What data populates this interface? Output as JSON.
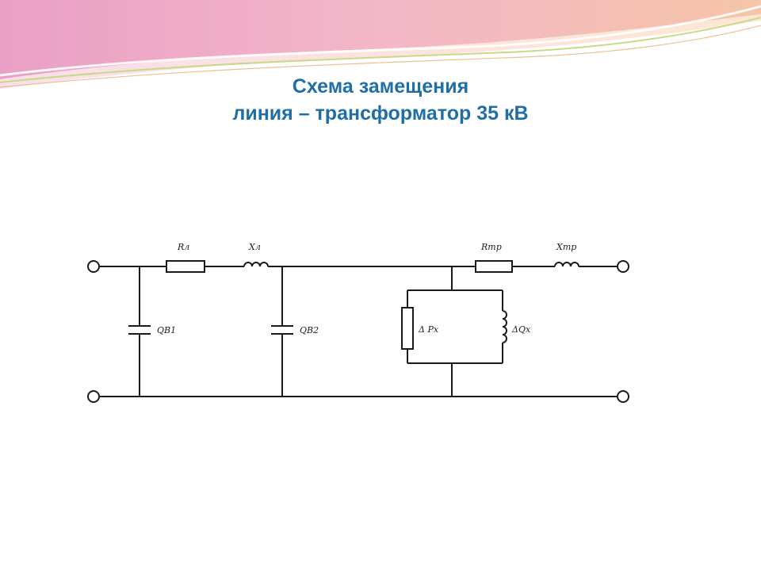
{
  "slide": {
    "title_line1": "Схема замещения",
    "title_line2": "линия – трансформатор 35 кВ"
  },
  "diagram": {
    "labels": {
      "r_line": "Rл",
      "x_line": "Xл",
      "r_tr": "Rтр",
      "x_tr": "Xтр",
      "qb1": "QB1",
      "qb2": "QB2",
      "delta_px": "Δ Px",
      "delta_qx": "ΔQx"
    }
  },
  "colors": {
    "title": "#1f6fa6",
    "wire": "#1a1a1a"
  }
}
